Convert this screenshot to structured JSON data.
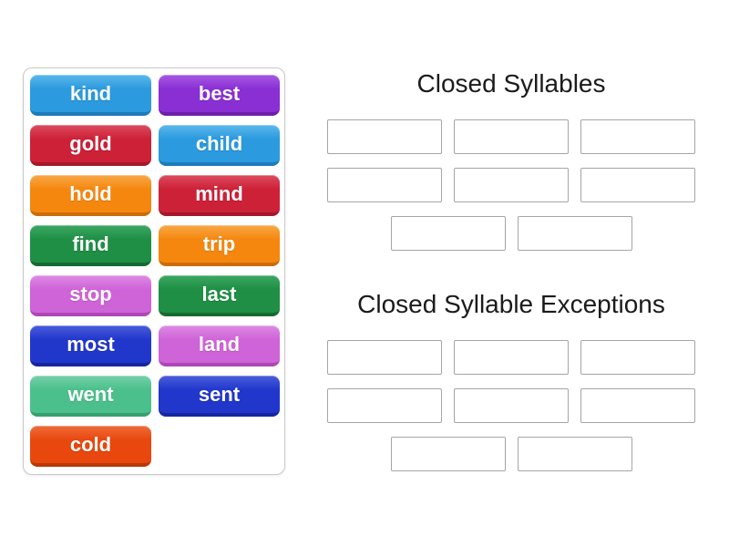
{
  "activity": {
    "type_label": "group-sort"
  },
  "word_bank": {
    "tiles": [
      {
        "label": "kind",
        "color": "blue"
      },
      {
        "label": "best",
        "color": "purple"
      },
      {
        "label": "gold",
        "color": "crimson"
      },
      {
        "label": "child",
        "color": "blue"
      },
      {
        "label": "hold",
        "color": "orange"
      },
      {
        "label": "mind",
        "color": "crimson"
      },
      {
        "label": "find",
        "color": "green"
      },
      {
        "label": "trip",
        "color": "orange"
      },
      {
        "label": "stop",
        "color": "orchid"
      },
      {
        "label": "last",
        "color": "green"
      },
      {
        "label": "most",
        "color": "royalblue"
      },
      {
        "label": "land",
        "color": "orchid"
      },
      {
        "label": "went",
        "color": "seagreen"
      },
      {
        "label": "sent",
        "color": "royalblue"
      },
      {
        "label": "cold",
        "color": "orangered"
      }
    ],
    "palette": {
      "blue": {
        "base": "#2b9ade",
        "light": "#5cb8ec",
        "dark": "#1c7cba"
      },
      "purple": {
        "base": "#8a2fd4",
        "light": "#a75ae4",
        "dark": "#6c20aa"
      },
      "crimson": {
        "base": "#cd2138",
        "light": "#dd4b5d",
        "dark": "#a5172b"
      },
      "orange": {
        "base": "#f5870f",
        "light": "#f8a847",
        "dark": "#cb6d07"
      },
      "green": {
        "base": "#1f8f45",
        "light": "#3ba862",
        "dark": "#146b31"
      },
      "orchid": {
        "base": "#cf63d8",
        "light": "#dd8ae4",
        "dark": "#ad47b6"
      },
      "royalblue": {
        "base": "#2137cc",
        "light": "#4a5ddb",
        "dark": "#1626a0"
      },
      "seagreen": {
        "base": "#4bc08c",
        "light": "#74d0a8",
        "dark": "#36a071"
      },
      "orangered": {
        "base": "#e8480e",
        "light": "#f06b3a",
        "dark": "#bb3708"
      }
    }
  },
  "groups": [
    {
      "title": "Closed Syllables",
      "slot_count": 8,
      "rows": [
        3,
        3,
        2
      ]
    },
    {
      "title": "Closed Syllable Exceptions",
      "slot_count": 8,
      "rows": [
        3,
        3,
        2
      ]
    }
  ],
  "colors": {
    "page_background": "#ffffff",
    "panel_border": "#c9c9c9",
    "slot_border": "#a5a5a5",
    "heading_text": "#1b1b1d",
    "tile_text": "#ffffff"
  }
}
